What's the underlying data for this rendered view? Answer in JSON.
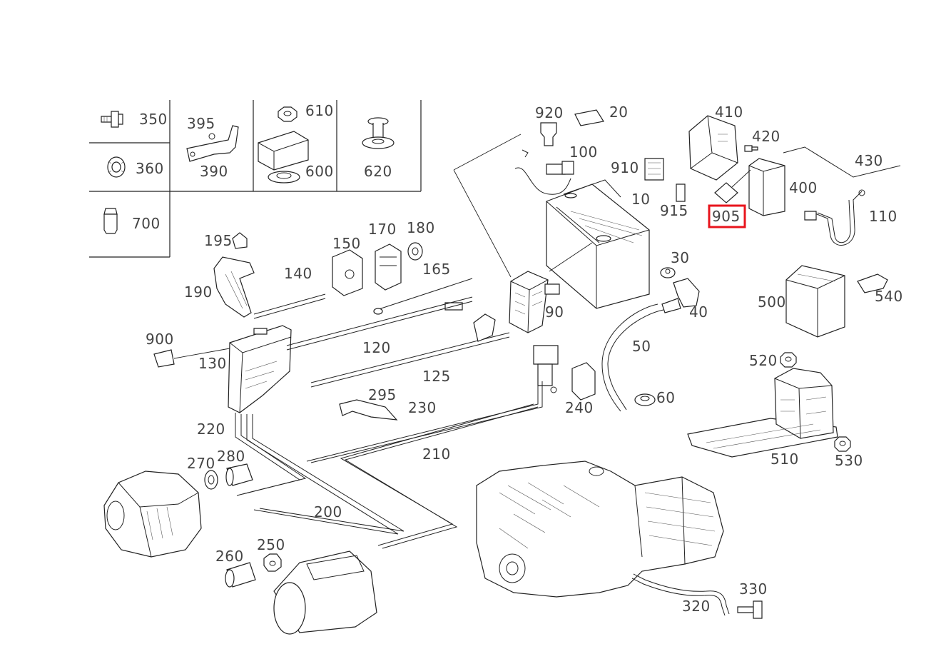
{
  "diagram": {
    "highlight_color": "#e8141c",
    "highlighted_part": "905",
    "labels": {
      "l350": "350",
      "l360": "360",
      "l395": "395",
      "l390": "390",
      "l610": "610",
      "l600": "600",
      "l620": "620",
      "l700": "700",
      "l920": "920",
      "l20": "20",
      "l100": "100",
      "l910": "910",
      "l10": "10",
      "l915": "915",
      "l410": "410",
      "l420": "420",
      "l430": "430",
      "l400": "400",
      "l905": "905",
      "l110": "110",
      "l195": "195",
      "l150": "150",
      "l170": "170",
      "l180": "180",
      "l140": "140",
      "l165": "165",
      "l190": "190",
      "l30": "30",
      "l90": "90",
      "l40": "40",
      "l500": "500",
      "l540": "540",
      "l900": "900",
      "l130": "130",
      "l120": "120",
      "l125": "125",
      "l50": "50",
      "l520": "520",
      "l295": "295",
      "l230": "230",
      "l240": "240",
      "l60": "60",
      "l220": "220",
      "l210": "210",
      "l270": "270",
      "l280": "280",
      "l510": "510",
      "l530": "530",
      "l200": "200",
      "l250": "250",
      "l260": "260",
      "l330": "330",
      "l320": "320"
    }
  }
}
